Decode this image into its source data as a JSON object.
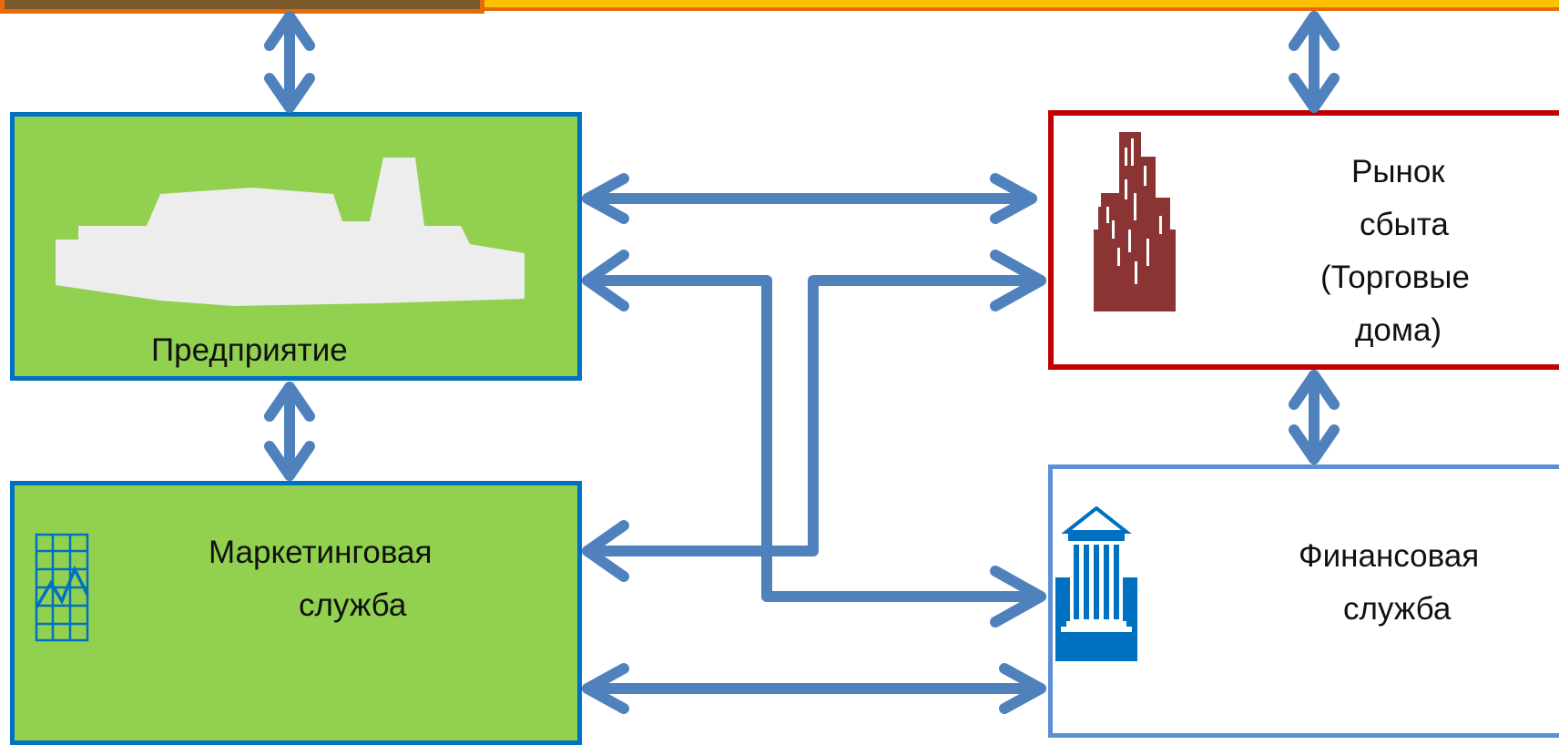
{
  "colors": {
    "arrow": "#4F81BD",
    "green_fill": "#92D050",
    "blue_border": "#0070C0",
    "red_border": "#C00000",
    "light_blue_border": "#5B8FD6",
    "building": "#8B3434",
    "bank": "#0070C0",
    "top_bar": "#FFC000",
    "top_bar_border": "#E46C0A"
  },
  "nodes": {
    "enterprise": {
      "label": "Предприятие",
      "icon": "factory-icon"
    },
    "sales_market": {
      "label_lines": [
        "Рынок",
        "сбыта",
        "(Торговые",
        "дома)"
      ],
      "icon": "city-buildings-icon"
    },
    "marketing": {
      "label_lines": [
        "Маркетинговая",
        "служба"
      ],
      "icon": "chart-grid-icon"
    },
    "finance": {
      "label_lines": [
        "Финансовая",
        "служба"
      ],
      "icon": "bank-building-icon"
    }
  }
}
